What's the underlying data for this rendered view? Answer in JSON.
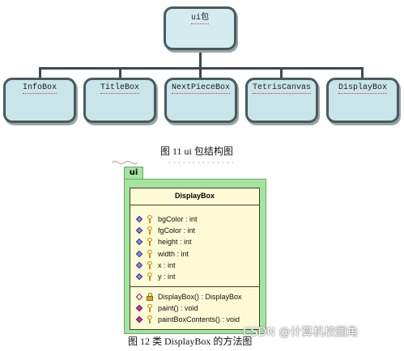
{
  "tree": {
    "root": "ui包",
    "children": [
      "InfoBox",
      "TitleBox",
      "NextPieceBox",
      "TetrisCanvas",
      "DisplayBox"
    ]
  },
  "figure11_caption": "图 11 ui 包结构图",
  "uml": {
    "package_name": "ui",
    "class_name": "DisplayBox",
    "attributes": [
      "bgColor : int",
      "fgColor : int",
      "height : int",
      "width : int",
      "x : int",
      "y : int"
    ],
    "operations": [
      {
        "text": "DisplayBox() : DisplayBox",
        "kind": "constructor"
      },
      {
        "text": "paint() : void",
        "kind": "method"
      },
      {
        "text": "paintBoxContents() : void",
        "kind": "method"
      }
    ]
  },
  "figure12_caption": "图 12 类 DisplayBox 的方法图",
  "watermark": "CSDN @计算机校园角",
  "colors": {
    "node_fill": "#c8e6ea",
    "node_border": "#4a5a5e",
    "package_fill": "#a4e4a0",
    "class_fill": "#fdfbd6"
  }
}
